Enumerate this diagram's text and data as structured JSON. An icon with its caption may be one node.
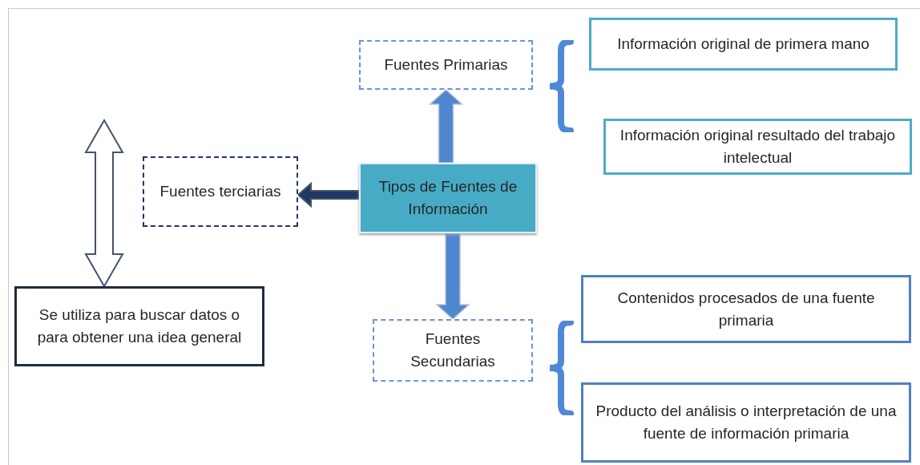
{
  "diagram": {
    "nodes": [
      {
        "text": [
          "Tipos de Fuentes de Información"
        ]
      },
      {
        "text": [
          "Fuentes Primarias"
        ]
      },
      {
        "text": [
          "Información original de primera mano"
        ]
      },
      {
        "text": [
          "Información original resultado del trabajo intelectual"
        ]
      },
      {
        "text": [
          "Fuentes terciarias"
        ]
      },
      {
        "text": [
          "Se utiliza para buscar datos o para obtener una idea general"
        ]
      },
      {
        "text": [
          "Fuentes Secundarias"
        ]
      },
      {
        "text": [
          "Contenidos procesados de una fuente primaria"
        ]
      },
      {
        "text": [
          "Producto del análisis o interpretación de una fuente de información primaria"
        ]
      }
    ],
    "edges": [
      {
        "from": 0,
        "to": 1,
        "arrow": "to"
      },
      {
        "from": 0,
        "to": 4,
        "arrow": "to",
        "color": "#1f3864"
      },
      {
        "from": 0,
        "to": 6,
        "arrow": "to"
      },
      {
        "from": null,
        "to": 5,
        "arrow": "both",
        "color": "#ffffff"
      }
    ]
  }
}
